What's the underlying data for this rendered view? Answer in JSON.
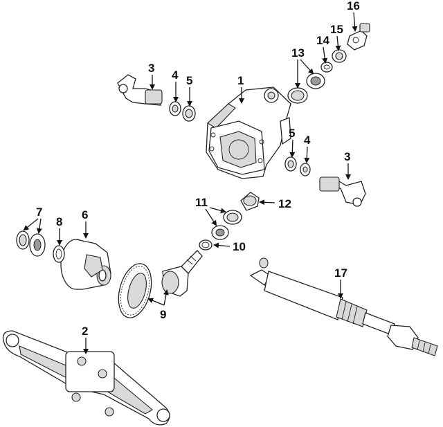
{
  "callouts": {
    "c1": "1",
    "c2": "2",
    "c3a": "3",
    "c3b": "3",
    "c4a": "4",
    "c4b": "4",
    "c5a": "5",
    "c5b": "5",
    "c6": "6",
    "c7": "7",
    "c8": "8",
    "c9": "9",
    "c10": "10",
    "c11": "11",
    "c12": "12",
    "c13": "13",
    "c14": "14",
    "c15": "15",
    "c16": "16",
    "c17": "17"
  }
}
